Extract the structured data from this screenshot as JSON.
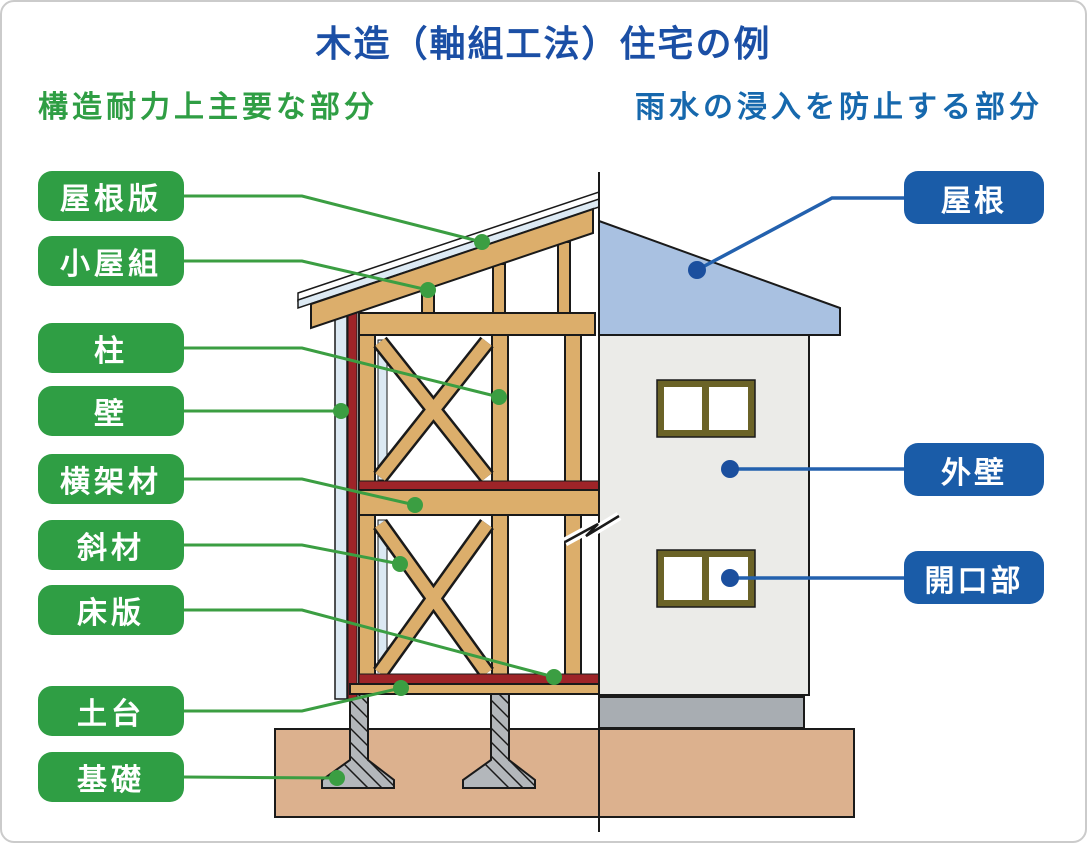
{
  "title": "木造（軸組工法）住宅の例",
  "section_headers": {
    "structural": "構造耐力上主要な部分",
    "weatherproof": "雨水の浸入を防止する部分"
  },
  "structural_labels": [
    "屋根版",
    "小屋組",
    "柱",
    "壁",
    "横架材",
    "斜材",
    "床版",
    "土台",
    "基礎"
  ],
  "weatherproof_labels": [
    "屋根",
    "外壁",
    "開口部"
  ],
  "colors": {
    "title_blue": "#1b4fa5",
    "header_green": "#2f9e44",
    "header_blue": "#1668ad",
    "green_label_bg": "#2f9e44",
    "blue_label_bg": "#1a5ca8",
    "green_line": "#3b9e42",
    "blue_line": "#2361ae",
    "wood_tan": "#dcae6b",
    "floor_red": "#9e2428",
    "sheathing_pale_blue": "#dce9f3",
    "roof_blue": "#a9c1e1",
    "wall_gray": "#ebebe8",
    "concrete_gray": "#a8adb2",
    "earth_tan": "#dcb18e",
    "window_frame_olive": "#6b6327",
    "outline_black": "#1a1a1a"
  }
}
